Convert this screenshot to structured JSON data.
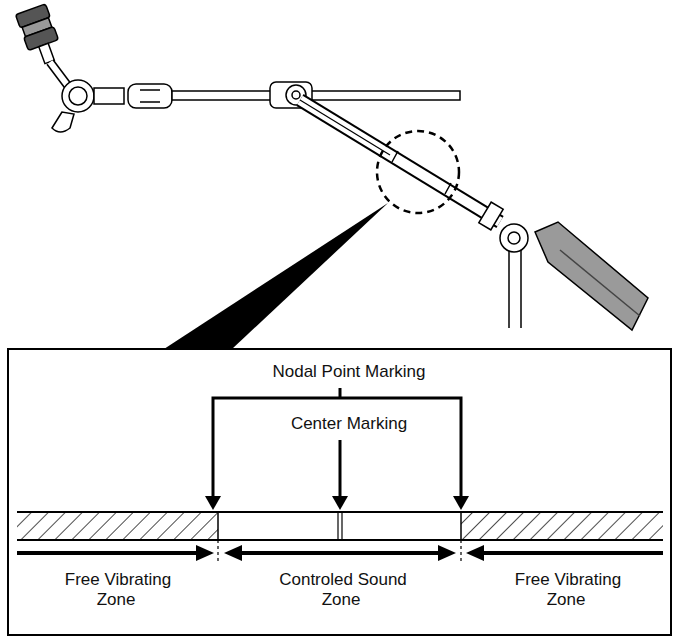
{
  "diagram": {
    "nodes": [
      {
        "text": [
          "Nodal Point Marking",
          "Center Marking",
          "Free Vibrating Zone",
          "Controled Sound Zone",
          "Free Vibrating Zone"
        ]
      }
    ]
  }
}
